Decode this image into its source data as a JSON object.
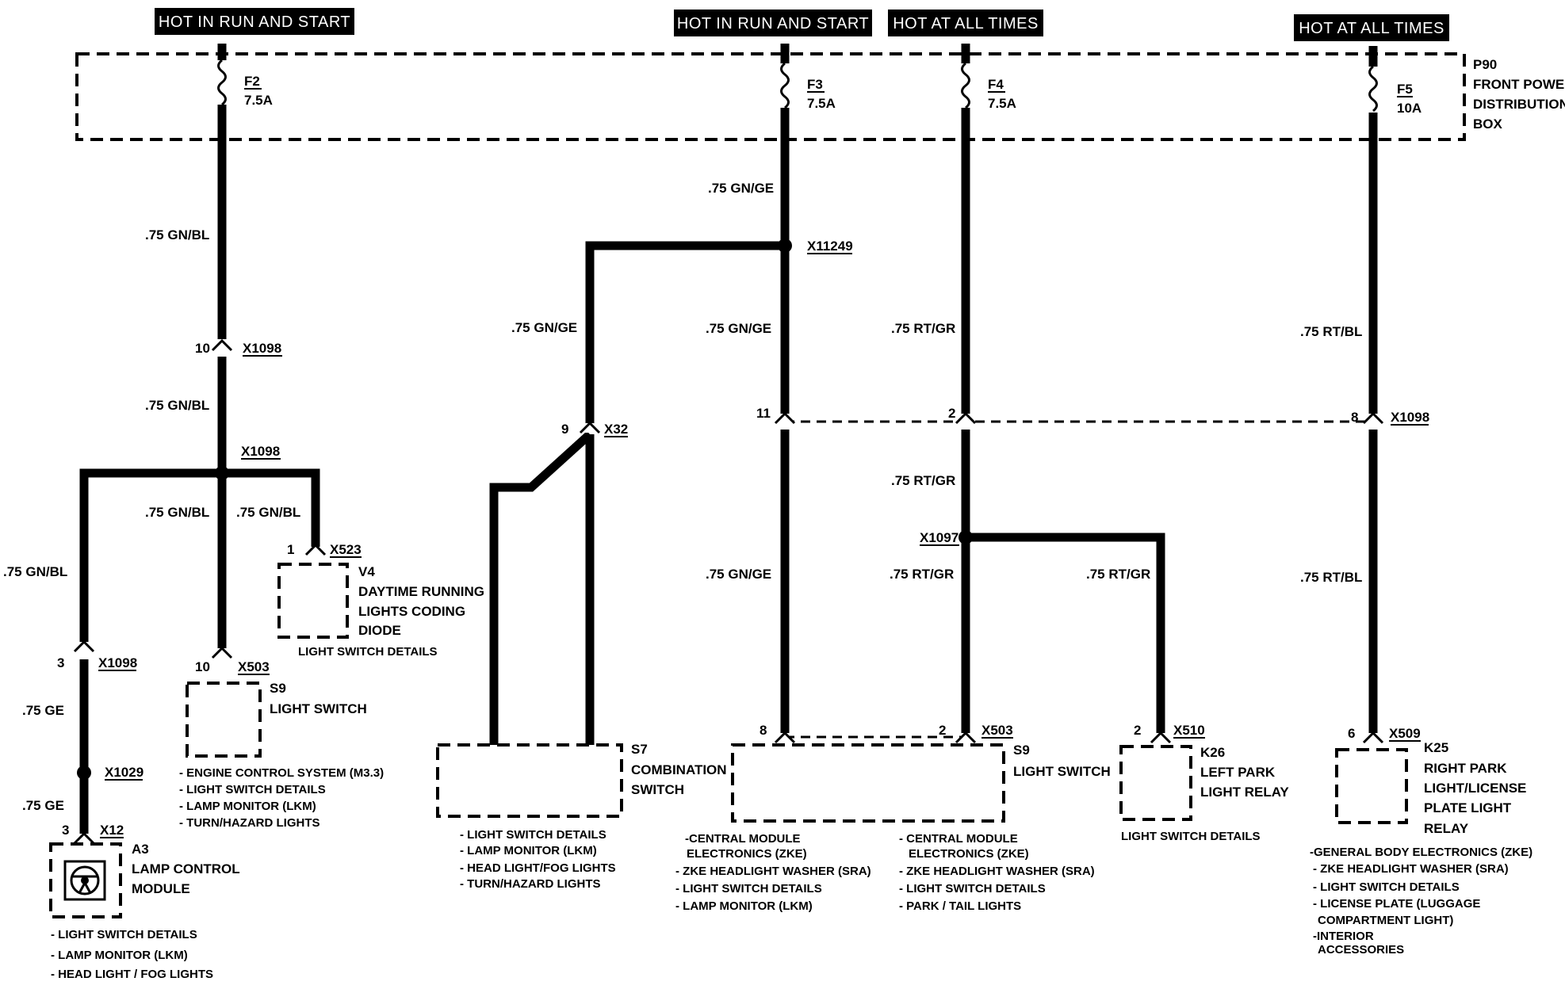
{
  "banners": [
    "HOT IN RUN AND START",
    "HOT IN RUN AND START",
    "HOT AT ALL TIMES",
    "HOT AT ALL TIMES"
  ],
  "power_box": {
    "id": "P90",
    "line1": "FRONT POWER",
    "line2": "DISTRIBUTION",
    "line3": "BOX"
  },
  "fuses": [
    {
      "id": "F2",
      "rating": "7.5A"
    },
    {
      "id": "F3",
      "rating": "7.5A"
    },
    {
      "id": "F4",
      "rating": "7.5A"
    },
    {
      "id": "F5",
      "rating": "10A"
    }
  ],
  "connectors": {
    "x1098": "X1098",
    "x11249": "X11249",
    "x32": "X32",
    "x523": "X523",
    "x503": "X503",
    "x1029": "X1029",
    "x12": "X12",
    "x1097": "X1097",
    "x510": "X510",
    "x509": "X509"
  },
  "pins": {
    "p10": "10",
    "p9": "9",
    "p1": "1",
    "p3": "3",
    "p11": "11",
    "p2": "2",
    "p8": "8",
    "p6": "6"
  },
  "wires": {
    "gn_bl": ".75 GN/BL",
    "ge": ".75 GE",
    "gn_ge": ".75 GN/GE",
    "rt_gr": ".75 RT/GR",
    "rt_bl": ".75 RT/BL"
  },
  "components": {
    "v4": {
      "id": "V4",
      "line1": "DAYTIME RUNNING",
      "line2": "LIGHTS CODING",
      "line3": "DIODE",
      "note": "LIGHT SWITCH DETAILS"
    },
    "s9_left": {
      "id": "S9",
      "line1": "LIGHT SWITCH"
    },
    "a3": {
      "id": "A3",
      "line1": "LAMP CONTROL",
      "line2": "MODULE"
    },
    "s7": {
      "id": "S7",
      "line1": "COMBINATION",
      "line2": "SWITCH"
    },
    "s9_right": {
      "id": "S9",
      "line1": "LIGHT SWITCH"
    },
    "k26": {
      "id": "K26",
      "line1": "LEFT PARK",
      "line2": "LIGHT RELAY",
      "note": "LIGHT SWITCH DETAILS"
    },
    "k25": {
      "id": "K25",
      "line1": "RIGHT PARK",
      "line2": "LIGHT/LICENSE",
      "line3": "PLATE LIGHT",
      "line4": "RELAY"
    }
  },
  "notes": {
    "s9_left": [
      "- ENGINE CONTROL SYSTEM (M3.3)",
      "- LIGHT SWITCH DETAILS",
      "- LAMP MONITOR (LKM)",
      "- TURN/HAZARD LIGHTS"
    ],
    "a3": [
      "- LIGHT SWITCH DETAILS",
      "- LAMP MONITOR (LKM)",
      "- HEAD LIGHT / FOG LIGHTS"
    ],
    "s7": [
      "- LIGHT SWITCH DETAILS",
      "- LAMP MONITOR (LKM)",
      "- HEAD LIGHT/FOG LIGHTS",
      "- TURN/HAZARD LIGHTS"
    ],
    "s9_mid_a": [
      "-CENTRAL  MODULE",
      "ELECTRONICS (ZKE)",
      "- ZKE HEADLIGHT WASHER (SRA)",
      "- LIGHT SWITCH DETAILS",
      "- LAMP MONITOR (LKM)"
    ],
    "s9_mid_b": [
      "- CENTRAL  MODULE",
      "ELECTRONICS (ZKE)",
      "- ZKE HEADLIGHT WASHER (SRA)",
      "- LIGHT SWITCH DETAILS",
      "- PARK / TAIL LIGHTS"
    ],
    "k25": [
      "-GENERAL BODY ELECTRONICS (ZKE)",
      "- ZKE HEADLIGHT WASHER (SRA)",
      "- LIGHT SWITCH DETAILS",
      "- LICENSE PLATE (LUGGAGE",
      "COMPARTMENT LIGHT)",
      "-INTERIOR",
      "ACCESSORIES"
    ]
  }
}
